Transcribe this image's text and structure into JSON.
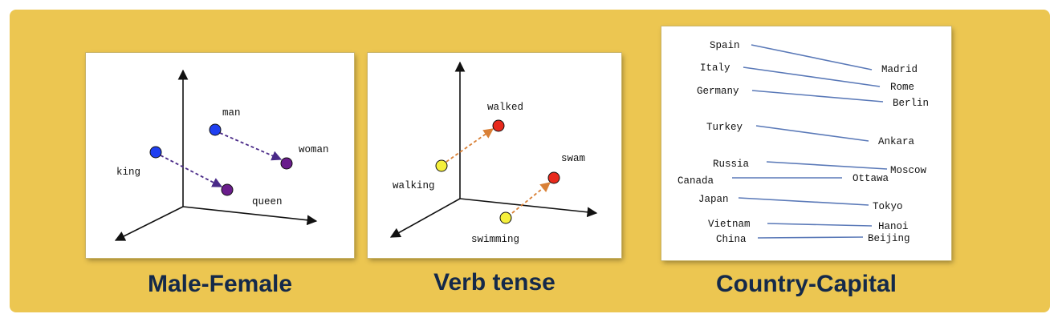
{
  "theme": {
    "background": "#ecc651",
    "caption_color": "#14294a",
    "link_color": "#5a79b8",
    "blue": "#1f3ff0",
    "purple": "#6a1d8c",
    "yellow": "#f5f03c",
    "red": "#e8291c",
    "purple_arrow": "#4a2a88",
    "orange_arrow": "#d98036"
  },
  "panels": [
    {
      "id": "male-female",
      "caption": "Male-Female",
      "points": [
        {
          "label": "man",
          "color": "blue"
        },
        {
          "label": "woman",
          "color": "purple"
        },
        {
          "label": "king",
          "color": "blue"
        },
        {
          "label": "queen",
          "color": "purple"
        }
      ]
    },
    {
      "id": "verb-tense",
      "caption": "Verb tense",
      "points": [
        {
          "label": "walked",
          "color": "red"
        },
        {
          "label": "walking",
          "color": "yellow"
        },
        {
          "label": "swam",
          "color": "red"
        },
        {
          "label": "swimming",
          "color": "yellow"
        }
      ]
    },
    {
      "id": "country-capital",
      "caption": "Country-Capital",
      "pairs": [
        {
          "country": "Spain",
          "capital": "Madrid"
        },
        {
          "country": "Italy",
          "capital": "Rome"
        },
        {
          "country": "Germany",
          "capital": "Berlin"
        },
        {
          "country": "Turkey",
          "capital": "Ankara"
        },
        {
          "country": "Russia",
          "capital": "Moscow"
        },
        {
          "country": "Canada",
          "capital": "Ottawa"
        },
        {
          "country": "Japan",
          "capital": "Tokyo"
        },
        {
          "country": "Vietnam",
          "capital": "Hanoi"
        },
        {
          "country": "China",
          "capital": "Beijing"
        }
      ]
    }
  ]
}
